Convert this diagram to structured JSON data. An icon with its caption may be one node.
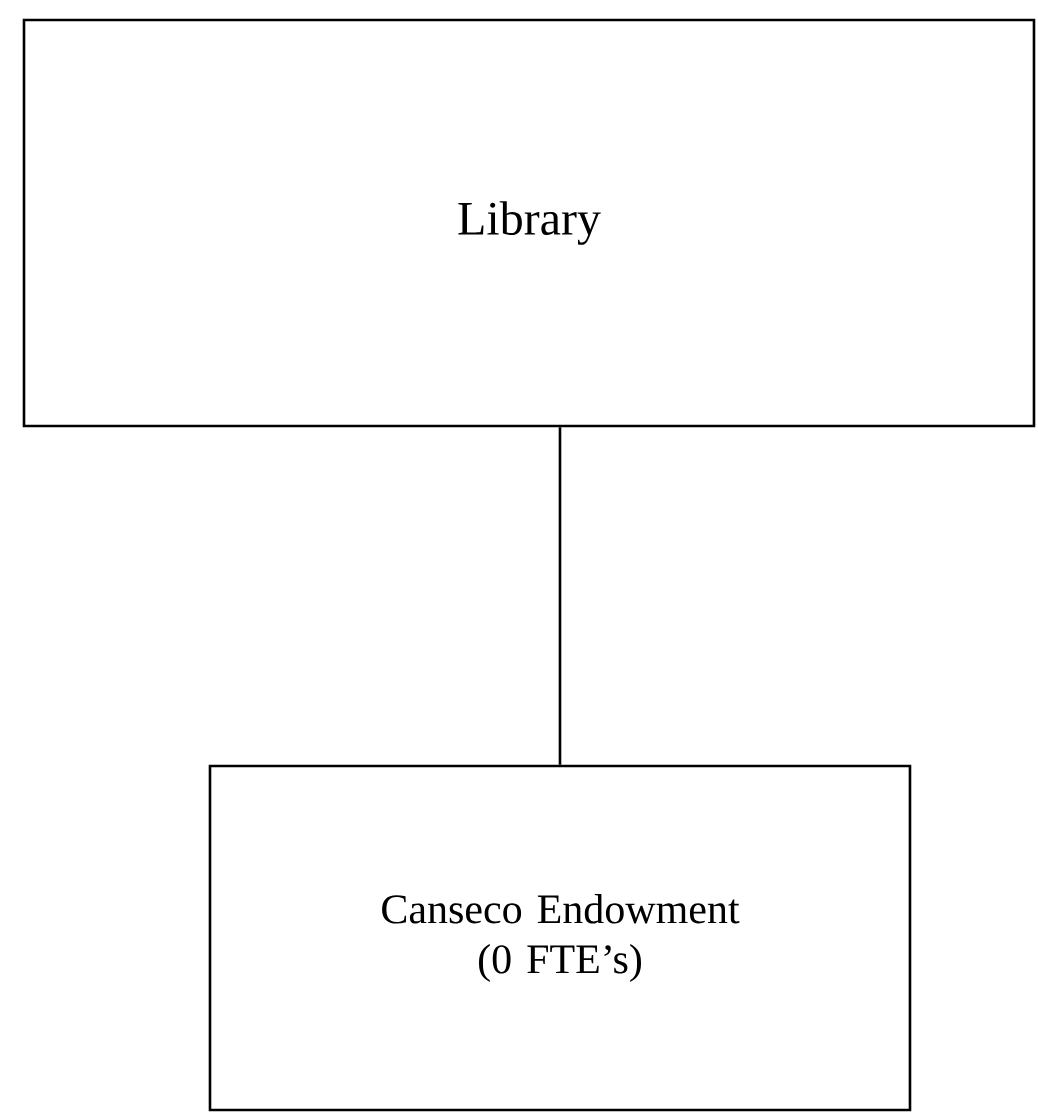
{
  "diagram": {
    "nodes": [
      {
        "text": [
          "Library"
        ]
      },
      {
        "text": [
          "Canseco Endowment (0 FTE’s)"
        ]
      }
    ],
    "edges": [
      {
        "from": 0,
        "to": 1,
        "arrow": "none"
      }
    ]
  }
}
